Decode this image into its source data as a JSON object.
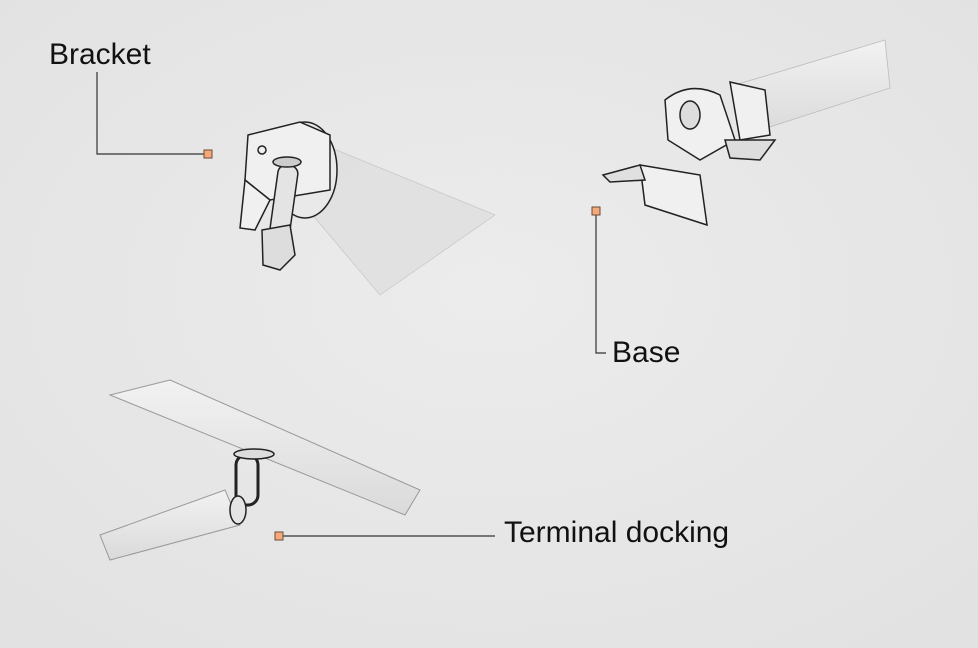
{
  "labels": {
    "bracket": "Bracket",
    "base": "Base",
    "terminal_docking": "Terminal docking"
  },
  "colors": {
    "background": "#e6e6e6",
    "marker_fill": "#f4a97a",
    "marker_stroke": "#6b4a34",
    "leader_line": "#333333"
  }
}
